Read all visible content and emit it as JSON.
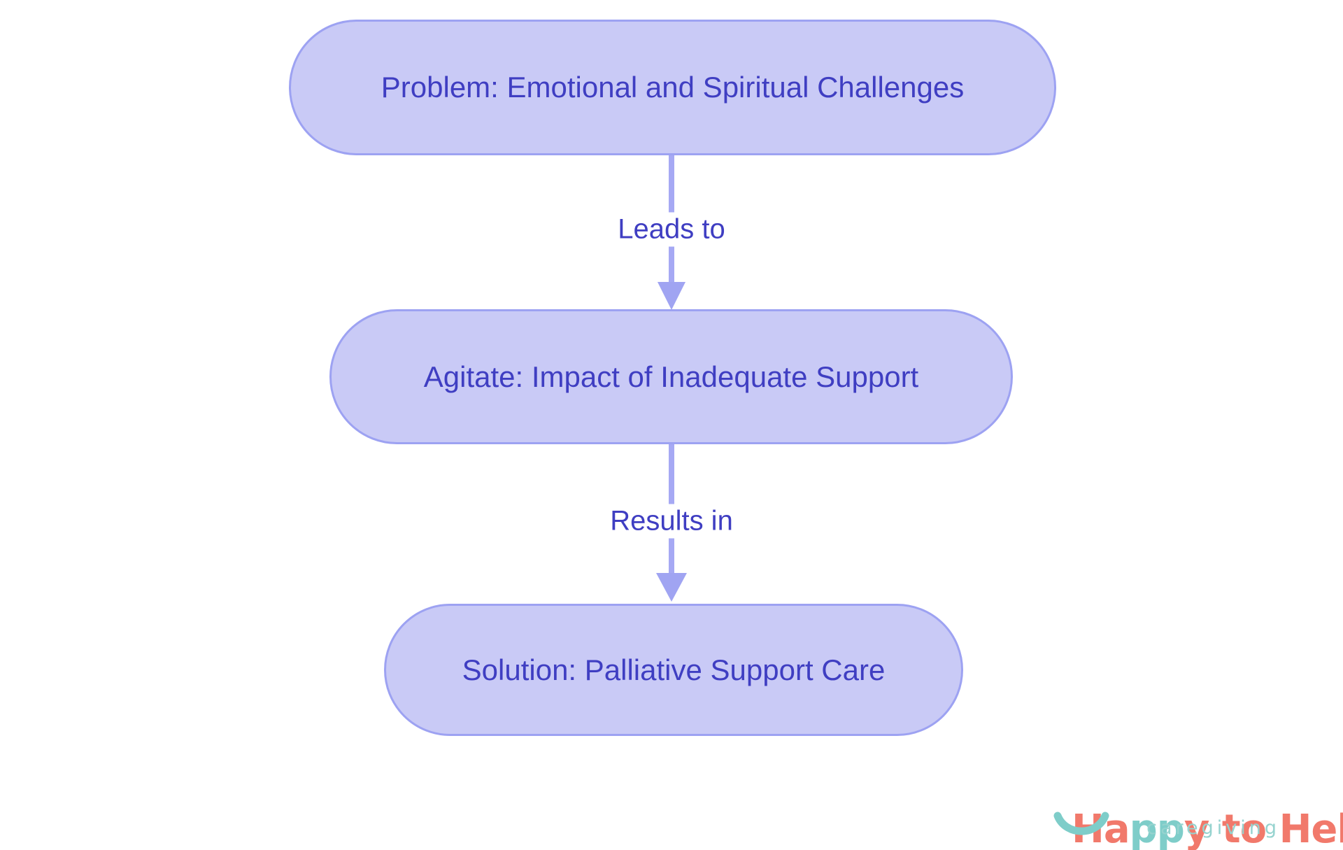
{
  "diagram": {
    "nodes": [
      {
        "id": "problem",
        "label": "Problem: Emotional and Spiritual Challenges"
      },
      {
        "id": "agitate",
        "label": "Agitate: Impact of Inadequate Support"
      },
      {
        "id": "solution",
        "label": "Solution: Palliative Support Care"
      }
    ],
    "edges": [
      {
        "from": "problem",
        "to": "agitate",
        "label": "Leads to"
      },
      {
        "from": "agitate",
        "to": "solution",
        "label": "Results in"
      }
    ],
    "colors": {
      "node_fill": "#c9caf6",
      "node_border": "#9da2f2",
      "arrow": "#a6a9f4",
      "text": "#3f3ec2",
      "background": "#ffffff"
    }
  },
  "logo": {
    "segments": [
      {
        "text": "Ha",
        "color": "coral"
      },
      {
        "text": "pp",
        "color": "teal"
      },
      {
        "text": "y",
        "color": "coral"
      },
      {
        "text": " to Help",
        "color": "coral"
      }
    ],
    "tagline": "caregiving",
    "icon": "smile-icon",
    "colors": {
      "coral": "#f1796b",
      "teal": "#7ecdc9",
      "tagline_teal": "#96d3cf"
    }
  }
}
